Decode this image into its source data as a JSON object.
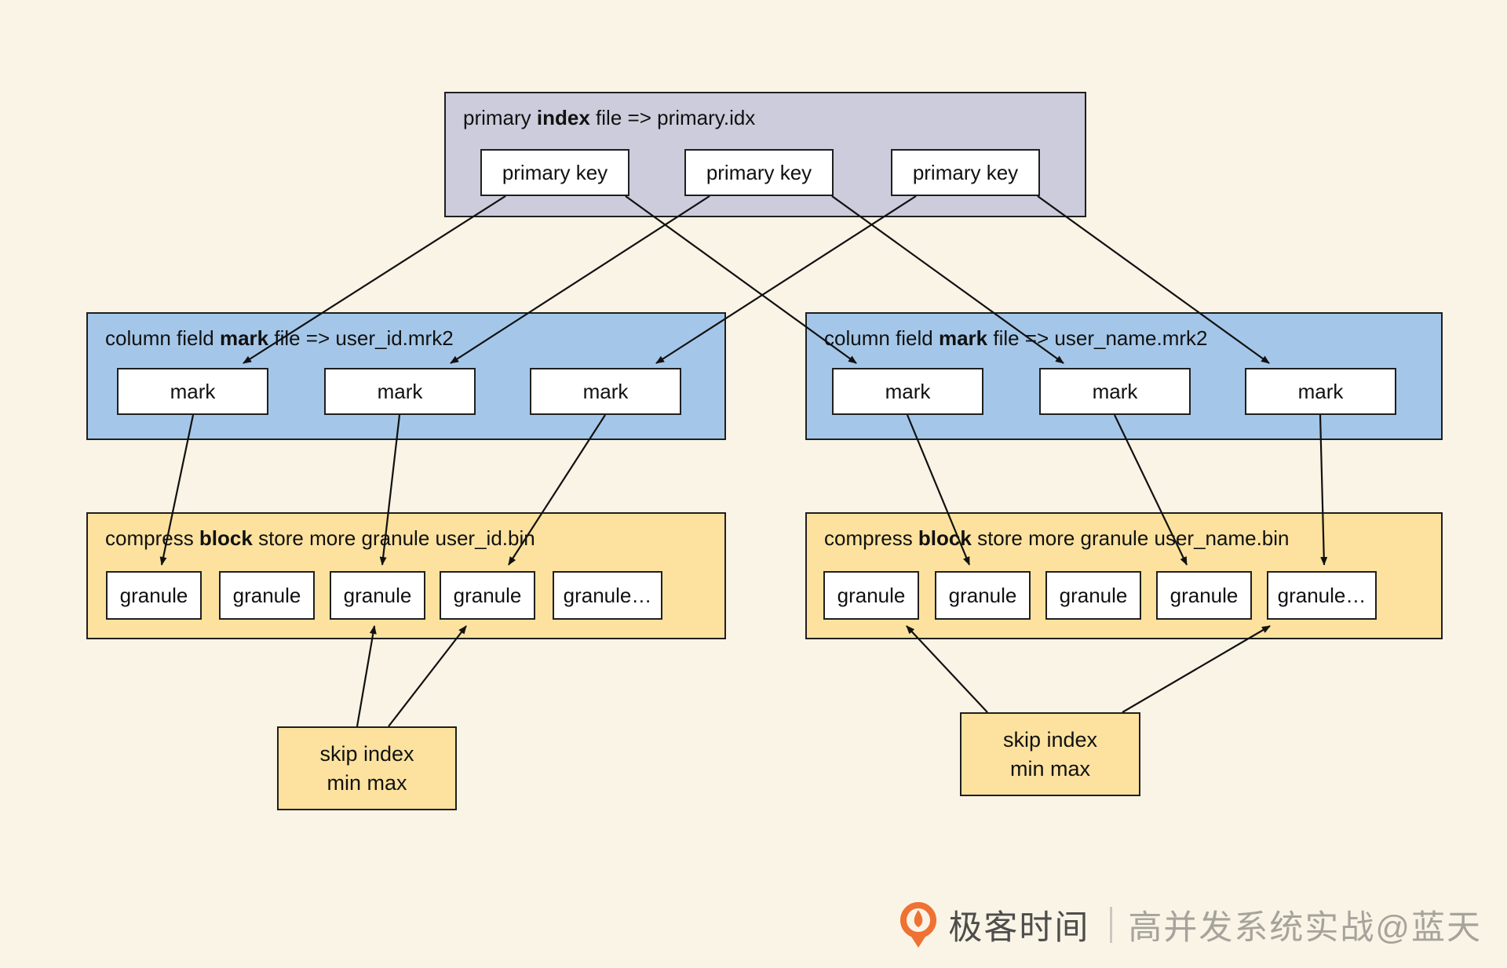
{
  "colors": {
    "background": "#FAF4E6",
    "primary_index_fill": "#CDCCDC",
    "mark_file_fill": "#A4C7E9",
    "block_store_fill": "#FCE29E",
    "node_fill": "#FFFFFF",
    "border": "#1F1F1F",
    "arrow": "#111111",
    "logo_orange": "#EE7233",
    "brand_text": "#4D4D4D",
    "credit_text": "#A6A39C"
  },
  "primary_index": {
    "title_pre": "primary ",
    "title_bold": "index",
    "title_post": " file => primary.idx",
    "keys": [
      "primary key",
      "primary key",
      "primary key"
    ]
  },
  "mark_files": [
    {
      "title_pre": "column field ",
      "title_bold": "mark",
      "title_post": " file => user_id.mrk2",
      "marks": [
        "mark",
        "mark",
        "mark"
      ]
    },
    {
      "title_pre": "column field ",
      "title_bold": "mark",
      "title_post": " file => user_name.mrk2",
      "marks": [
        "mark",
        "mark",
        "mark"
      ]
    }
  ],
  "block_stores": [
    {
      "title_pre": "compress ",
      "title_bold": "block",
      "title_post": " store more granule user_id.bin",
      "granules": [
        "granule",
        "granule",
        "granule",
        "granule",
        "granule…"
      ]
    },
    {
      "title_pre": "compress ",
      "title_bold": "block",
      "title_post": " store more granule user_name.bin",
      "granules": [
        "granule",
        "granule",
        "granule",
        "granule",
        "granule…"
      ]
    }
  ],
  "skip_indexes": [
    {
      "line1": "skip index",
      "line2": "min max"
    },
    {
      "line1": "skip index",
      "line2": "min max"
    }
  ],
  "footer": {
    "brand": "极客时间",
    "credit": "高并发系统实战@蓝天"
  }
}
